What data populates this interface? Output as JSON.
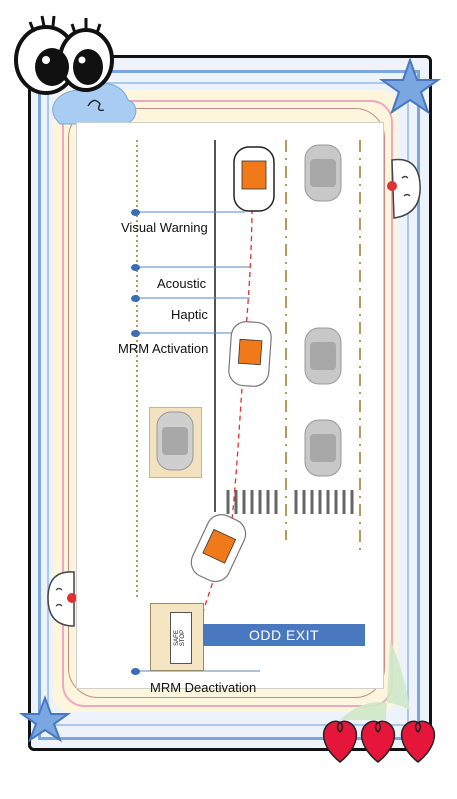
{
  "labels": {
    "visual_warning": "Visual Warning",
    "acoustic": "Acoustic",
    "haptic": "Haptic",
    "mrm_activation": "MRM Activation",
    "mrm_deactivation": "MRM Deactivation",
    "odd_exit": "ODD EXIT",
    "safe_stop": "SAFE STOP"
  },
  "colors": {
    "accent_blue": "#4a78c0",
    "trajectory": "#e03030",
    "ego_vehicle": "#f07a1a",
    "lane_line": "#b89a5a"
  }
}
